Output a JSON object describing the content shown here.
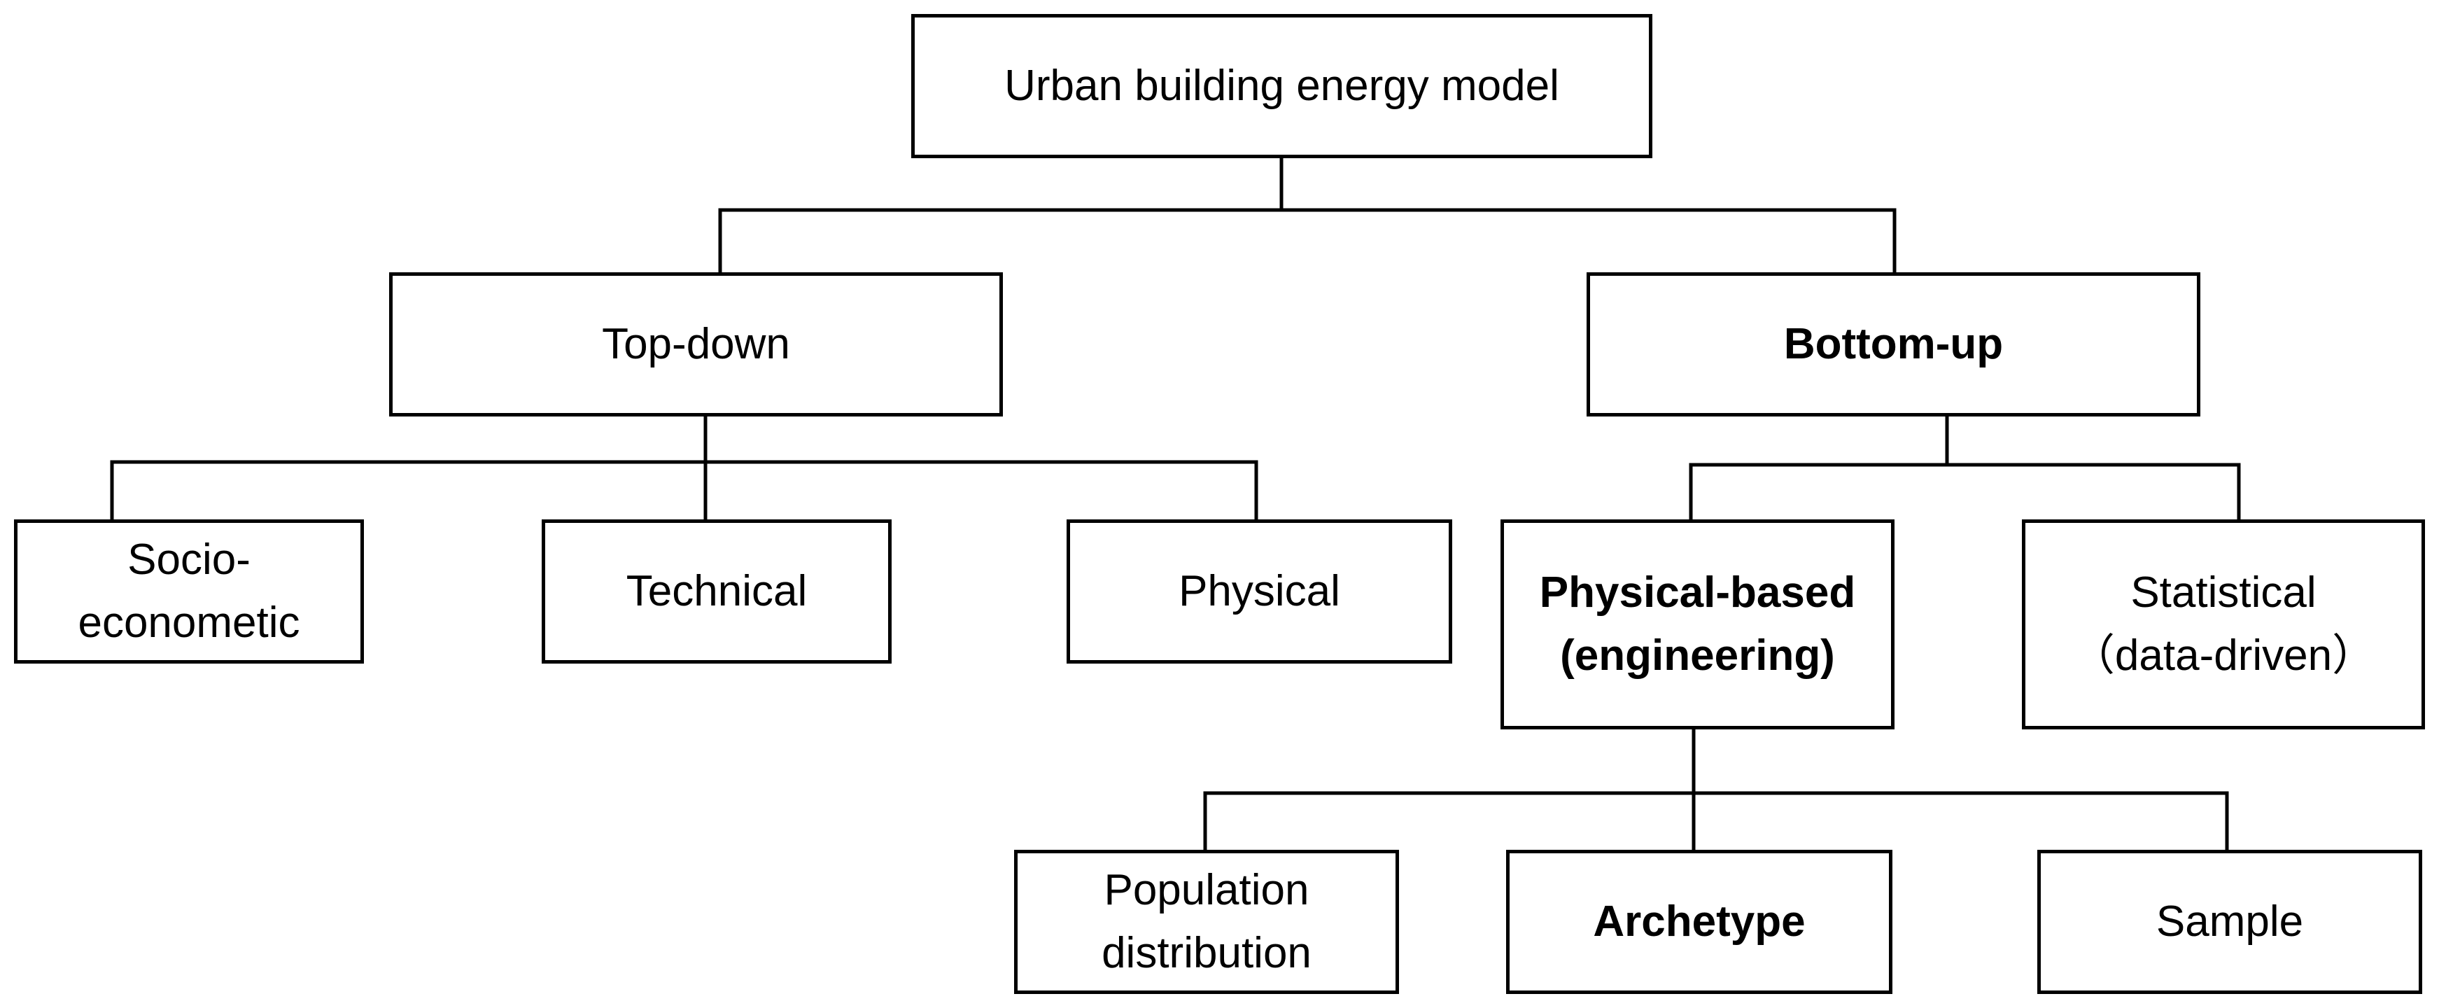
{
  "diagram": {
    "root": {
      "label": "Urban building energy model"
    },
    "top_down": {
      "label": "Top-down",
      "children": [
        {
          "label": "Socio-\neconometic"
        },
        {
          "label": "Technical"
        },
        {
          "label": "Physical"
        }
      ]
    },
    "bottom_up": {
      "label": "Bottom-up",
      "children": [
        {
          "label": "Physical-based\n(engineering)"
        },
        {
          "label": "Statistical\n（data-driven）"
        }
      ]
    },
    "physical_based": {
      "children": [
        {
          "label": "Population\ndistribution"
        },
        {
          "label": "Archetype"
        },
        {
          "label": "Sample"
        }
      ]
    },
    "line_color": "#000000",
    "box_border_color": "#000000",
    "background_color": "#ffffff"
  }
}
